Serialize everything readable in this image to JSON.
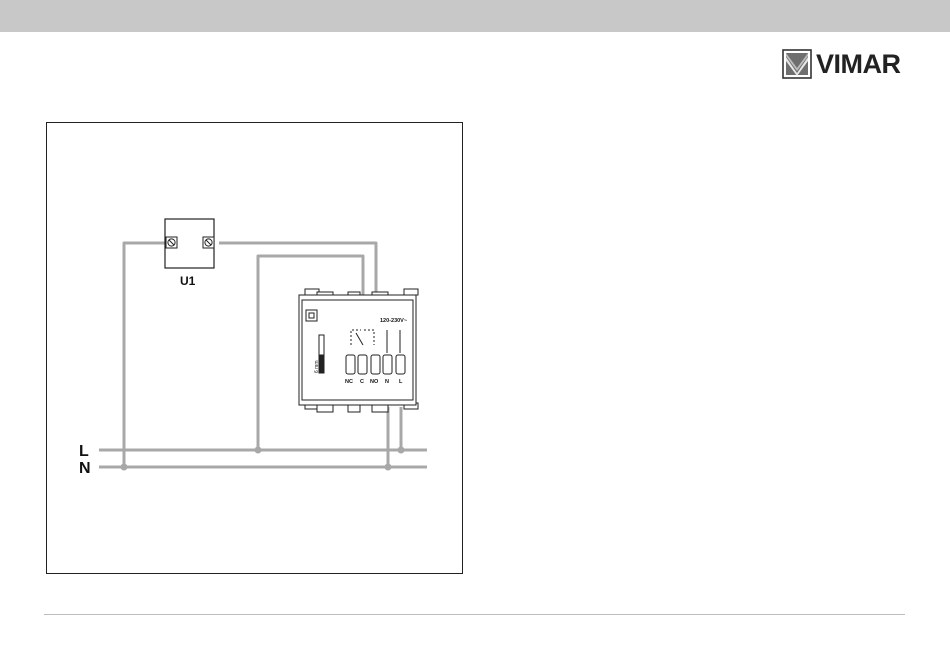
{
  "brand": {
    "name": "VIMAR"
  },
  "diagram": {
    "lines": {
      "live": "L",
      "neutral": "N"
    },
    "box_label": "U1",
    "device": {
      "strip_length": "6 mm",
      "voltage": "120-230V~",
      "terminals": [
        "NC",
        "C",
        "NO",
        "N",
        "L"
      ]
    }
  },
  "colors": {
    "wire": "#a8a8a8",
    "outline": "#222222",
    "header_bar": "#c8c8c8"
  }
}
